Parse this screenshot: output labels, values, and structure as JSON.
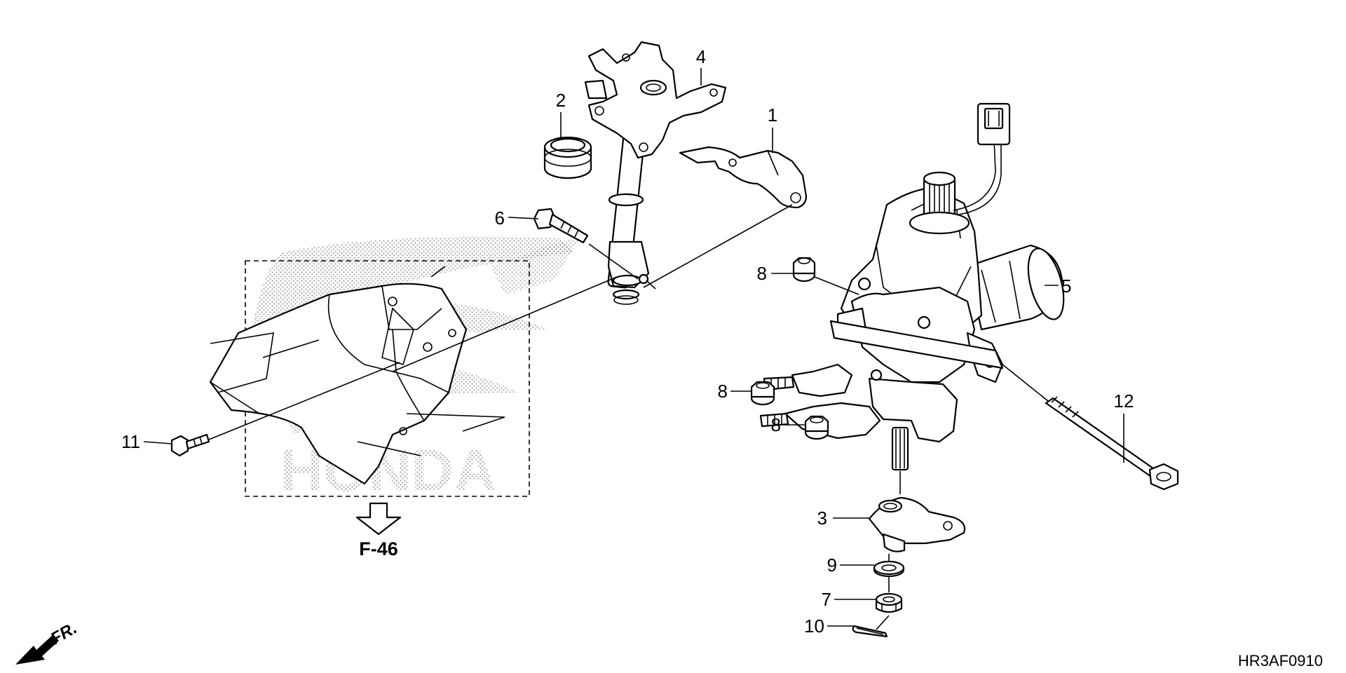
{
  "diagram": {
    "diagram_code": "HR3AF0910",
    "reference_label": "F-46",
    "direction_label": "FR.",
    "watermark": "HONDA",
    "callouts": [
      {
        "id": "c1",
        "label": "1"
      },
      {
        "id": "c2",
        "label": "2"
      },
      {
        "id": "c3",
        "label": "3"
      },
      {
        "id": "c4",
        "label": "4"
      },
      {
        "id": "c5",
        "label": "5"
      },
      {
        "id": "c6",
        "label": "6"
      },
      {
        "id": "c7",
        "label": "7"
      },
      {
        "id": "c8a",
        "label": "8"
      },
      {
        "id": "c8b",
        "label": "8"
      },
      {
        "id": "c8c",
        "label": "8"
      },
      {
        "id": "c9",
        "label": "9"
      },
      {
        "id": "c10",
        "label": "10"
      },
      {
        "id": "c11",
        "label": "11"
      },
      {
        "id": "c12",
        "label": "12"
      }
    ]
  }
}
